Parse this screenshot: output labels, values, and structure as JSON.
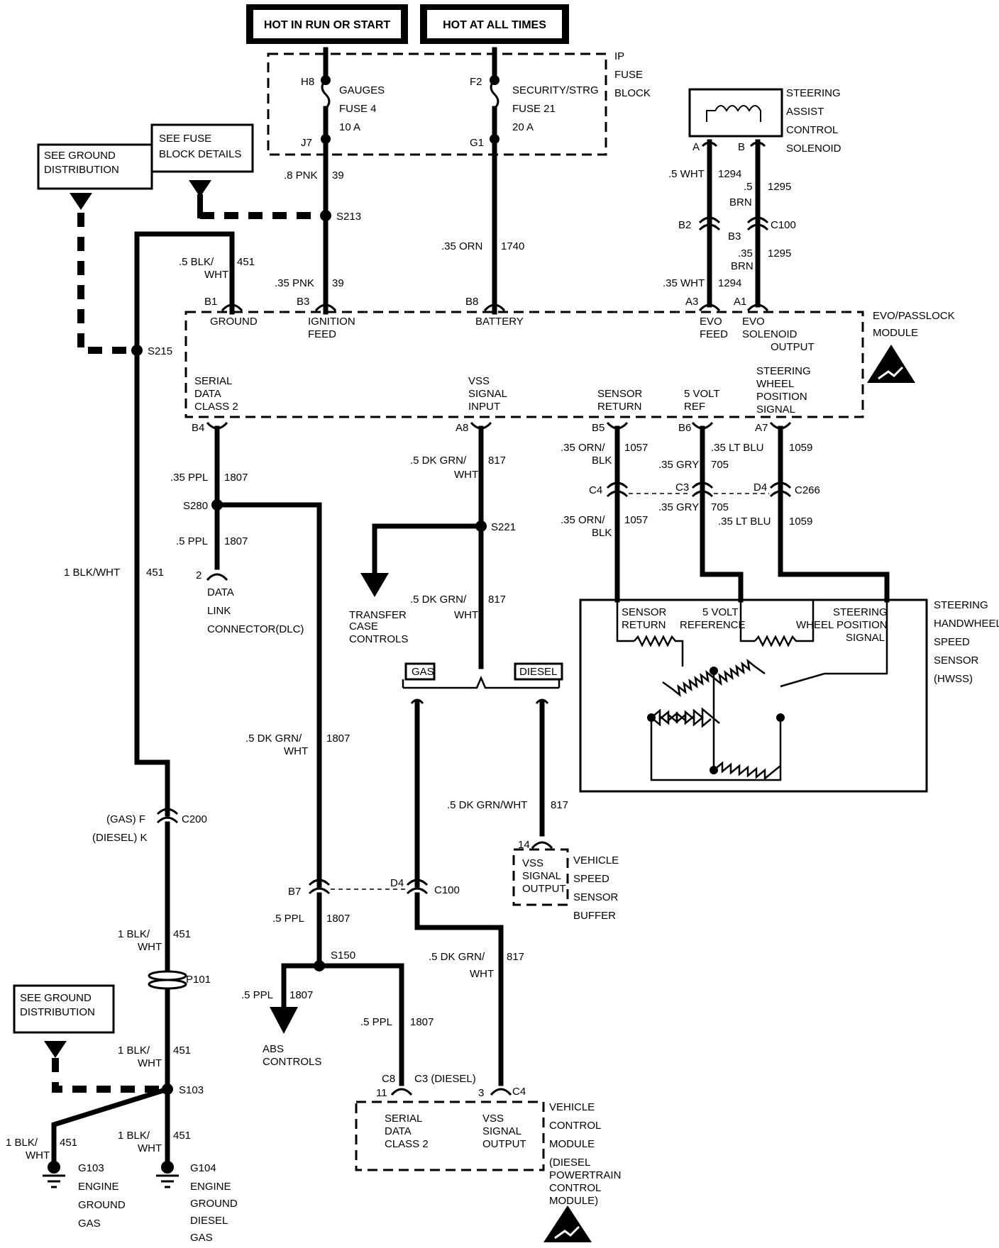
{
  "diagram": {
    "hot_run_start": "HOT IN RUN OR START",
    "hot_all_times": "HOT AT ALL TIMES",
    "ip_fuse_block": [
      "IP",
      "FUSE",
      "BLOCK"
    ],
    "gauges_fuse": {
      "top_pin": "H8",
      "bottom_pin": "J7",
      "name": [
        "GAUGES",
        "FUSE 4"
      ],
      "rating": "10 A"
    },
    "security_fuse": {
      "top_pin": "F2",
      "bottom_pin": "G1",
      "name": [
        "SECURITY/STRG",
        "FUSE 21"
      ],
      "rating": "20 A"
    },
    "see_ground_distribution": [
      "SEE GROUND",
      "DISTRIBUTION"
    ],
    "see_fuse_block_details": [
      "SEE FUSE",
      "BLOCK DETAILS"
    ],
    "steering_solenoid": [
      "STEERING",
      "ASSIST",
      "CONTROL",
      "SOLENOID"
    ],
    "evo_module": [
      "EVO/PASSLOCK",
      "MODULE"
    ],
    "splices": {
      "s213": "S213",
      "s215": "S215",
      "s280": "S280",
      "s221": "S221",
      "s150": "S150",
      "s103": "S103"
    },
    "wires": {
      "pnk_8": ".8 PNK",
      "num_39": "39",
      "pnk_35": ".35 PNK",
      "orn_35": ".35 ORN",
      "num_1740": "1740",
      "wht_5": ".5 WHT",
      "num_1294": "1294",
      "brn_5": ".5",
      "brn": "BRN",
      "num_1295": "1295",
      "brn_35": ".35",
      "wht_35": ".35 WHT",
      "blk_5": ".5 BLK/",
      "wht": "WHT",
      "num_451": "451",
      "ppl_35": ".35 PPL",
      "num_1807": "1807",
      "ppl_5": ".5 PPL",
      "dkgrn_5": ".5 DK GRN/",
      "num_817": "817",
      "dkgrnwht": ".5 DK GRN/WHT",
      "orn_35b": ".35 ORN/",
      "blk": "BLK",
      "num_1057": "1057",
      "gry_35": ".35 GRY",
      "num_705": "705",
      "ltblu_35": ".35 LT BLU",
      "num_1059": "1059",
      "blkwht_1": "1 BLK/WHT",
      "blk_1": "1 BLK/"
    },
    "pins": {
      "b1": "B1",
      "b3": "B3",
      "b8": "B8",
      "a3": "A3",
      "a1": "A1",
      "b4": "B4",
      "a8": "A8",
      "b5": "B5",
      "b6": "B6",
      "a7": "A7",
      "a": "A",
      "b": "B",
      "b2": "B2",
      "b3c": "B3",
      "c4": "C4",
      "c3": "C3",
      "d4": "D4",
      "b7": "B7",
      "d4b": "D4",
      "c8": "C8",
      "c3d": "C3 (DIESEL)",
      "c4b": "C4",
      "p2": "2",
      "p14": "14",
      "p11": "11",
      "p3": "3"
    },
    "connectors": {
      "c100": "C100",
      "c266": "C266",
      "c200": "C200",
      "c100b": "C100",
      "p101": "P101"
    },
    "module_labels": {
      "ground": "GROUND",
      "ignition": [
        "IGNITION",
        "FEED"
      ],
      "battery": "BATTERY",
      "evo_feed": [
        "EVO",
        "FEED"
      ],
      "evo_sol": [
        "EVO",
        "SOLENOID",
        "OUTPUT"
      ],
      "serial_data": [
        "SERIAL",
        "DATA",
        "CLASS 2"
      ],
      "vss_input": [
        "VSS",
        "SIGNAL",
        "INPUT"
      ],
      "sensor_return": [
        "SENSOR",
        "RETURN"
      ],
      "volt_ref": [
        "5 VOLT",
        "REF"
      ],
      "steer_pos": [
        "STEERING",
        "WHEEL",
        "POSITION",
        "SIGNAL"
      ]
    },
    "dlc": [
      "DATA",
      "LINK",
      "CONNECTOR(DLC)"
    ],
    "transfer_case": [
      "TRANSFER",
      "CASE",
      "CONTROLS"
    ],
    "gas": "GAS",
    "diesel": "DIESEL",
    "hwss": {
      "title": [
        "STEERING",
        "HANDWHEEL",
        "SPEED",
        "SENSOR",
        "(HWSS)"
      ],
      "sensor_return": [
        "SENSOR",
        "RETURN"
      ],
      "volt_ref": [
        "5 VOLT",
        "REFERENCE"
      ],
      "steer_pos": [
        "STEERING",
        "WHEEL POSITION",
        "SIGNAL"
      ]
    },
    "vss_buffer": {
      "inside": [
        "VSS",
        "SIGNAL",
        "OUTPUT"
      ],
      "title": [
        "VEHICLE",
        "SPEED",
        "SENSOR",
        "BUFFER"
      ]
    },
    "c200_gas": "(GAS) F",
    "c200_diesel": "(DIESEL) K",
    "abs_controls": [
      "ABS",
      "CONTROLS"
    ],
    "vcm": {
      "serial": [
        "SERIAL",
        "DATA",
        "CLASS 2"
      ],
      "vss": [
        "VSS",
        "SIGNAL",
        "OUTPUT"
      ],
      "title": [
        "VEHICLE",
        "CONTROL",
        "MODULE",
        "(DIESEL",
        "POWERTRAIN",
        "CONTROL",
        "MODULE)"
      ]
    },
    "g103": [
      "G103",
      "ENGINE",
      "GROUND",
      "GAS"
    ],
    "g104": [
      "G104",
      "ENGINE",
      "GROUND",
      "DIESEL",
      "GAS"
    ]
  }
}
